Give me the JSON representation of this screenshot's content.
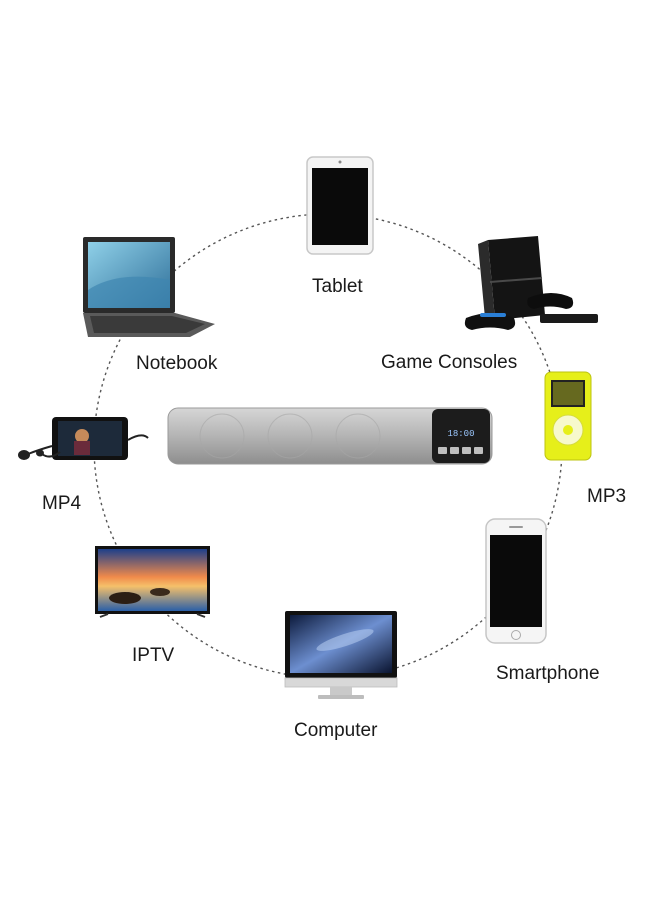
{
  "diagram": {
    "devices": [
      {
        "id": "tablet",
        "label": "Tablet"
      },
      {
        "id": "game-consoles",
        "label": "Game Consoles"
      },
      {
        "id": "mp3",
        "label": "MP3"
      },
      {
        "id": "smartphone",
        "label": "Smartphone"
      },
      {
        "id": "computer",
        "label": "Computer"
      },
      {
        "id": "iptv",
        "label": "IPTV"
      },
      {
        "id": "mp4",
        "label": "MP4"
      },
      {
        "id": "notebook",
        "label": "Notebook"
      }
    ],
    "center_device": {
      "display_text": "18:00"
    },
    "colors": {
      "connector": "#555555",
      "speaker_body": "#b9b9b9",
      "speaker_panel": "#1c1c1c",
      "mp3_body": "#e6ef1a"
    },
    "icons": [
      "tablet-icon",
      "game-console-icon",
      "mp3-player-icon",
      "smartphone-icon",
      "computer-monitor-icon",
      "tv-icon",
      "mp4-player-icon",
      "laptop-icon",
      "soundbar-speaker-icon"
    ]
  }
}
